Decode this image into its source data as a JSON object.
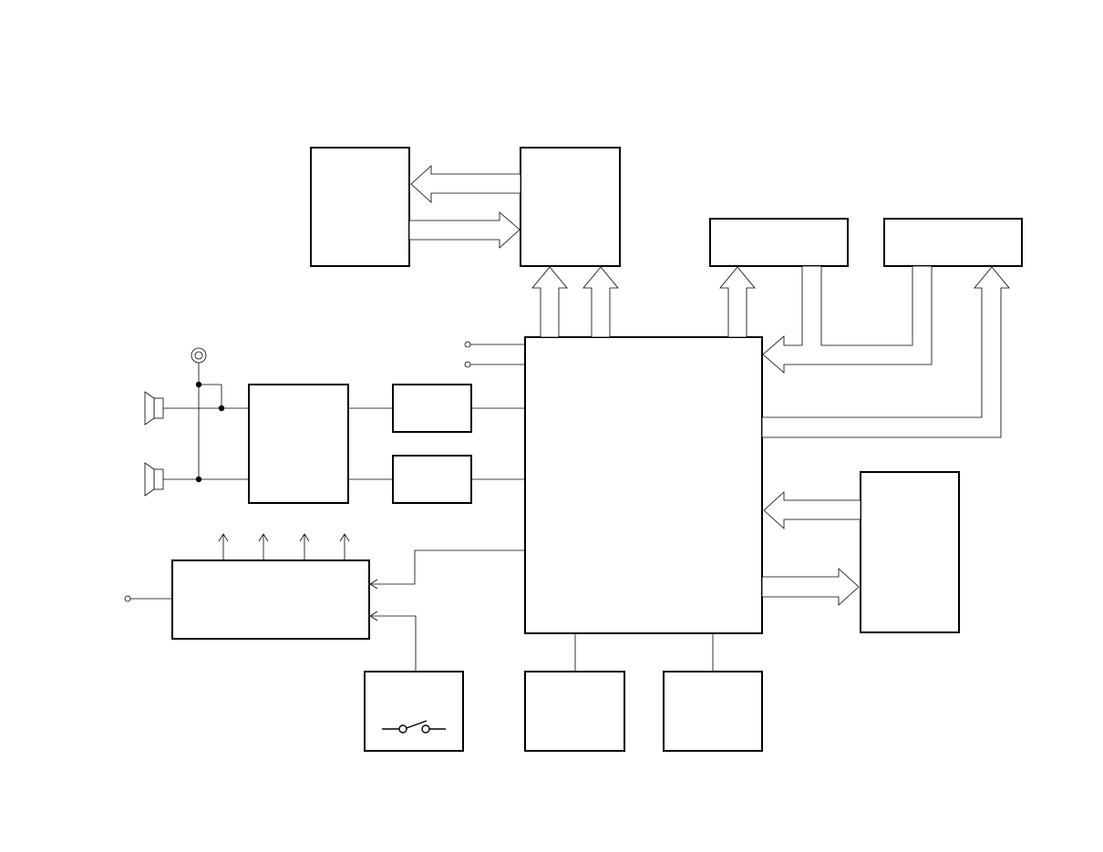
{
  "diagram": {
    "title": "",
    "blocks": [
      {
        "id": "block-top-left",
        "label": ""
      },
      {
        "id": "block-top-center",
        "label": ""
      },
      {
        "id": "block-top-right-1",
        "label": ""
      },
      {
        "id": "block-top-right-2",
        "label": ""
      },
      {
        "id": "block-main",
        "label": ""
      },
      {
        "id": "block-amplifier",
        "label": ""
      },
      {
        "id": "block-small-upper",
        "label": ""
      },
      {
        "id": "block-small-lower",
        "label": ""
      },
      {
        "id": "block-right",
        "label": ""
      },
      {
        "id": "block-bottom-left-wide",
        "label": ""
      },
      {
        "id": "block-switch",
        "label": ""
      },
      {
        "id": "block-bottom-center",
        "label": ""
      },
      {
        "id": "block-bottom-right",
        "label": ""
      }
    ],
    "colors": {
      "stroke": "#000000",
      "fill": "#ffffff"
    }
  }
}
